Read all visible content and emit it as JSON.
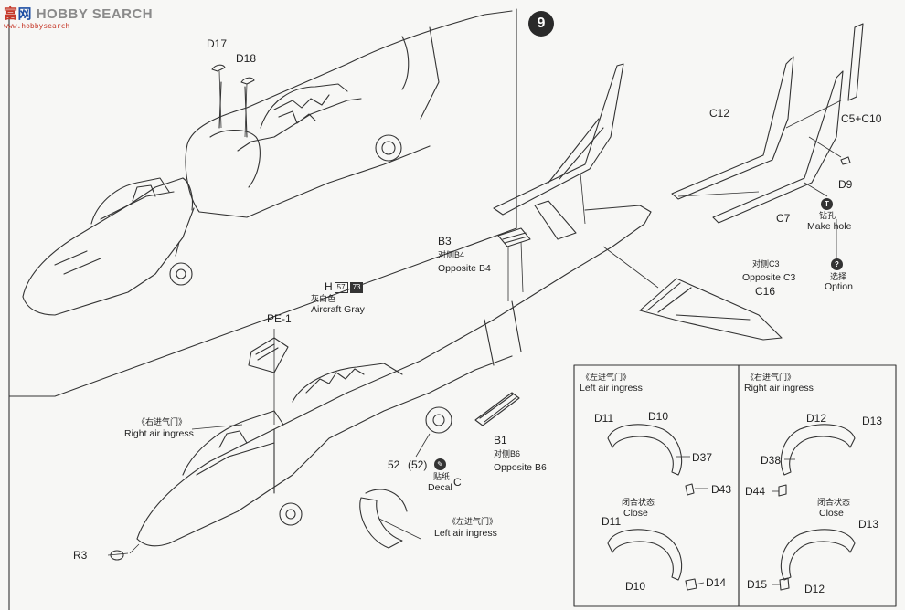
{
  "watermark": {
    "brand_cn_a": "富",
    "brand_cn_b": "网",
    "brand_en": "HOBBY SEARCH",
    "url": "www.hobbysearch"
  },
  "step": "9",
  "parts": {
    "d17": "D17",
    "d18": "D18",
    "pe1": "PE-1",
    "b3": "B3",
    "b1": "B1",
    "r3": "R3",
    "c12": "C12",
    "c5c10": "C5+C10",
    "d9": "D9",
    "c7": "C7",
    "c16": "C16",
    "num52": "52",
    "num52p": "(52)"
  },
  "labels": {
    "b3_cn": "对侧B4",
    "b3_en": "Opposite B4",
    "b1_cn": "对侧B6",
    "b1_en": "Opposite B6",
    "c16_cn": "对侧C3",
    "c16_en": "Opposite C3",
    "paint_letter": "H",
    "paint_code1": "57",
    "paint_code2": "73",
    "paint_cn": "灰白色",
    "paint_en": "Aircraft Gray",
    "decal_cn": "贴纸",
    "decal_en": "Decal",
    "decal_letter": "C",
    "hole_cn": "钻孔",
    "hole_en": "Make hole",
    "option_cn": "选择",
    "option_en": "Option",
    "right_ingress_cn": "《右进气门》",
    "right_ingress_en": "Right air ingress",
    "left_ingress_cn": "《左进气门》",
    "left_ingress_en": "Left air ingress"
  },
  "detail_left": {
    "title_cn": "《左进气门》",
    "title_en": "Left air ingress",
    "close_cn": "闭合状态",
    "close_en": "Close",
    "p_d11a": "D11",
    "p_d10a": "D10",
    "p_d37": "D37",
    "p_d43": "D43",
    "p_d11b": "D11",
    "p_d10b": "D10",
    "p_d14": "D14"
  },
  "detail_right": {
    "title_cn": "《右进气门》",
    "title_en": "Right air ingress",
    "close_cn": "闭合状态",
    "close_en": "Close",
    "p_d12a": "D12",
    "p_d13a": "D13",
    "p_d38": "D38",
    "p_d44": "D44",
    "p_d13b": "D13",
    "p_d15": "D15",
    "p_d12b": "D12"
  },
  "icons": {
    "drill": "drill-icon",
    "option": "question-icon",
    "decal": "decal-icon"
  }
}
